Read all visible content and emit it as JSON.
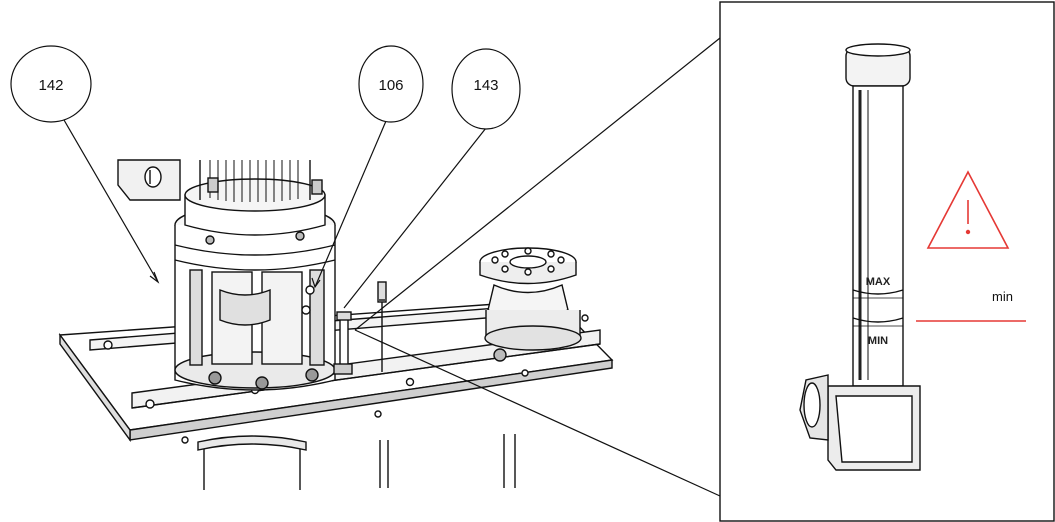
{
  "callouts": [
    {
      "id": "142",
      "label": "142"
    },
    {
      "id": "106",
      "label": "106"
    },
    {
      "id": "143",
      "label": "143"
    }
  ],
  "detail": {
    "max_label": "MAX",
    "min_label": "MIN",
    "min_marker_label": "min"
  },
  "colors": {
    "warning": "#e53935",
    "line": "#111111"
  },
  "icons": [
    "warning-triangle-icon"
  ]
}
